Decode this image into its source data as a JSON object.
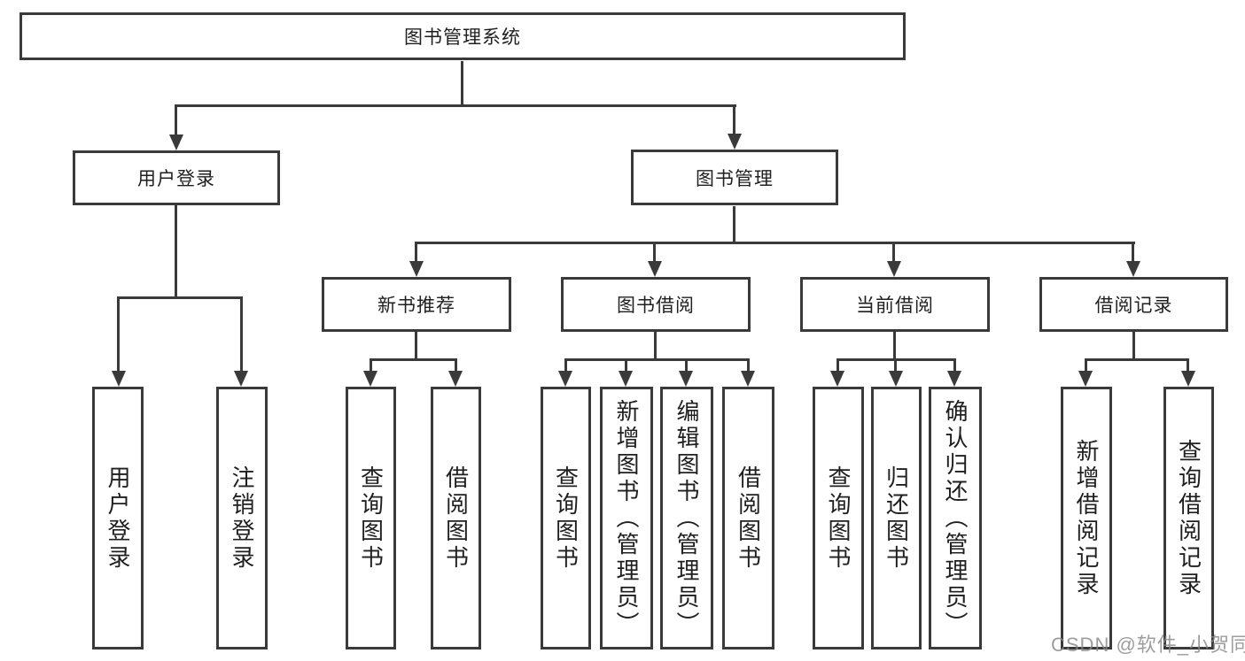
{
  "diagram": {
    "colors": {
      "background": "#ffffff",
      "line": "#3a3a3a",
      "box_border": "#3a3a3a",
      "box_fill": "#ffffff",
      "text": "#1f1f1f",
      "watermark": "#878787"
    },
    "root": {
      "label": "图书管理系统"
    },
    "branches": [
      {
        "label": "用户登录",
        "leaves": [
          {
            "label": "用户登录"
          },
          {
            "label": "注销登录"
          }
        ]
      },
      {
        "label": "图书管理",
        "groups": [
          {
            "label": "新书推荐",
            "leaves": [
              {
                "label": "查询图书"
              },
              {
                "label": "借阅图书"
              }
            ]
          },
          {
            "label": "图书借阅",
            "leaves": [
              {
                "label": "查询图书"
              },
              {
                "label": "新增图书（管理员）"
              },
              {
                "label": "编辑图书（管理员）"
              },
              {
                "label": "借阅图书"
              }
            ]
          },
          {
            "label": "当前借阅",
            "leaves": [
              {
                "label": "查询图书"
              },
              {
                "label": "归还图书"
              },
              {
                "label": "确认归还（管理员）"
              }
            ]
          },
          {
            "label": "借阅记录",
            "leaves": [
              {
                "label": "新增借阅记录"
              },
              {
                "label": "查询借阅记录"
              }
            ]
          }
        ]
      }
    ],
    "watermark": {
      "label": "CSDN @软件_小贺同学"
    }
  }
}
